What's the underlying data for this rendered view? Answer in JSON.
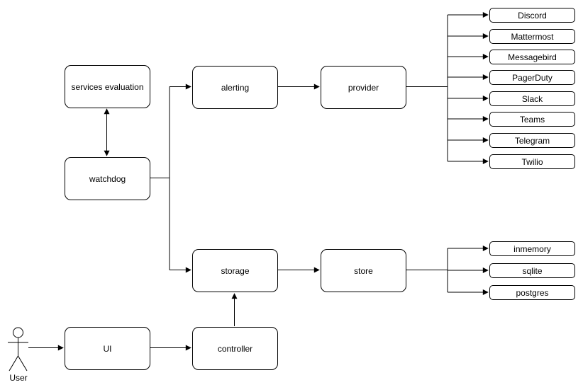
{
  "diagram": {
    "background": "#ffffff",
    "colors": {
      "line": "#000000",
      "node_fill": "#ffffff",
      "node_border": "#000000",
      "text": "#000000"
    },
    "nodes": {
      "services_evaluation": {
        "label": "services evaluation"
      },
      "watchdog": {
        "label": "watchdog"
      },
      "alerting": {
        "label": "alerting"
      },
      "provider": {
        "label": "provider"
      },
      "storage": {
        "label": "storage"
      },
      "store": {
        "label": "store"
      },
      "ui": {
        "label": "UI"
      },
      "controller": {
        "label": "controller"
      }
    },
    "provider_items": [
      "Discord",
      "Mattermost",
      "Messagebird",
      "PagerDuty",
      "Slack",
      "Teams",
      "Telegram",
      "Twilio"
    ],
    "store_items": [
      "inmemory",
      "sqlite",
      "postgres"
    ],
    "actor": {
      "label": "User"
    },
    "edges": [
      {
        "from": "services_evaluation",
        "to": "watchdog",
        "direction": "bidirectional"
      },
      {
        "from": "watchdog",
        "to": "alerting",
        "direction": "forward"
      },
      {
        "from": "watchdog",
        "to": "storage",
        "direction": "forward"
      },
      {
        "from": "alerting",
        "to": "provider",
        "direction": "forward"
      },
      {
        "from": "provider",
        "to": "Discord",
        "direction": "forward"
      },
      {
        "from": "provider",
        "to": "Mattermost",
        "direction": "forward"
      },
      {
        "from": "provider",
        "to": "Messagebird",
        "direction": "forward"
      },
      {
        "from": "provider",
        "to": "PagerDuty",
        "direction": "forward"
      },
      {
        "from": "provider",
        "to": "Slack",
        "direction": "forward"
      },
      {
        "from": "provider",
        "to": "Teams",
        "direction": "forward"
      },
      {
        "from": "provider",
        "to": "Telegram",
        "direction": "forward"
      },
      {
        "from": "provider",
        "to": "Twilio",
        "direction": "forward"
      },
      {
        "from": "storage",
        "to": "store",
        "direction": "forward"
      },
      {
        "from": "store",
        "to": "inmemory",
        "direction": "forward"
      },
      {
        "from": "store",
        "to": "sqlite",
        "direction": "forward"
      },
      {
        "from": "store",
        "to": "postgres",
        "direction": "forward"
      },
      {
        "from": "user",
        "to": "ui",
        "direction": "forward"
      },
      {
        "from": "ui",
        "to": "controller",
        "direction": "forward"
      },
      {
        "from": "controller",
        "to": "storage",
        "direction": "forward"
      }
    ]
  }
}
